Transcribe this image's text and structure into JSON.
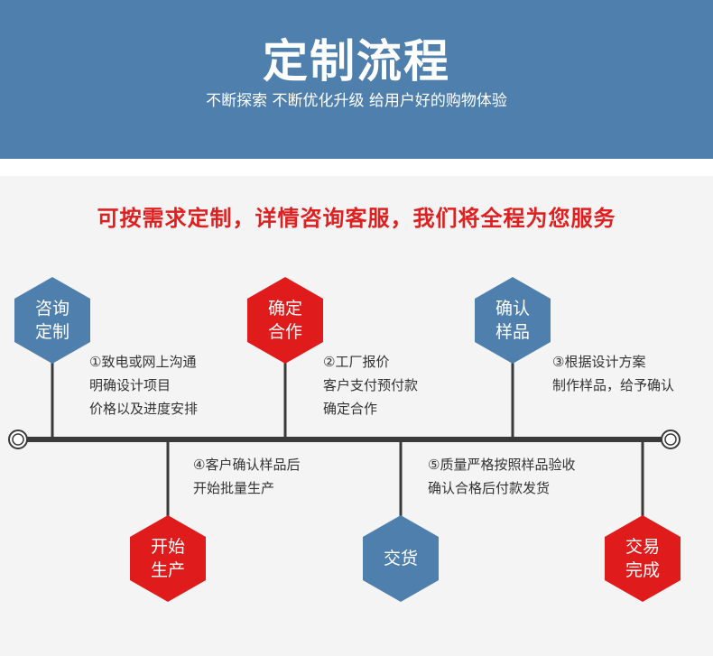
{
  "header": {
    "title": "定制流程",
    "subtitle": "不断探索 不断优化升级 给用户好的购物体验"
  },
  "panel": {
    "headline": "可按需求定制，详情咨询客服，我们将全程为您服务"
  },
  "colors": {
    "header_bg": "#4f7fac",
    "blue_hex": "#4f7fac",
    "red_hex": "#e01b1b",
    "headline_red": "#e02020",
    "line": "#3a3a3a"
  },
  "steps": {
    "consult": {
      "label": "咨询\n定制",
      "color": "blue",
      "lines": [
        "①致电或网上沟通",
        "明确设计项目",
        "价格以及进度安排"
      ]
    },
    "confirm_cooperation": {
      "label": "确定\n合作",
      "color": "red",
      "lines": [
        "②工厂报价",
        "客户支付预付款",
        "确定合作"
      ]
    },
    "confirm_sample": {
      "label": "确认\n样品",
      "color": "blue",
      "lines": [
        "③根据设计方案",
        "制作样品，给予确认"
      ]
    },
    "start_production": {
      "label": "开始\n生产",
      "color": "red",
      "lines": [
        "④客户确认样品后",
        "开始批量生产"
      ]
    },
    "delivery": {
      "label": "交货",
      "color": "blue",
      "lines": [
        "⑤质量严格按照样品验收",
        "确认合格后付款发货"
      ]
    },
    "complete": {
      "label": "交易\n完成",
      "color": "red",
      "lines": []
    }
  }
}
